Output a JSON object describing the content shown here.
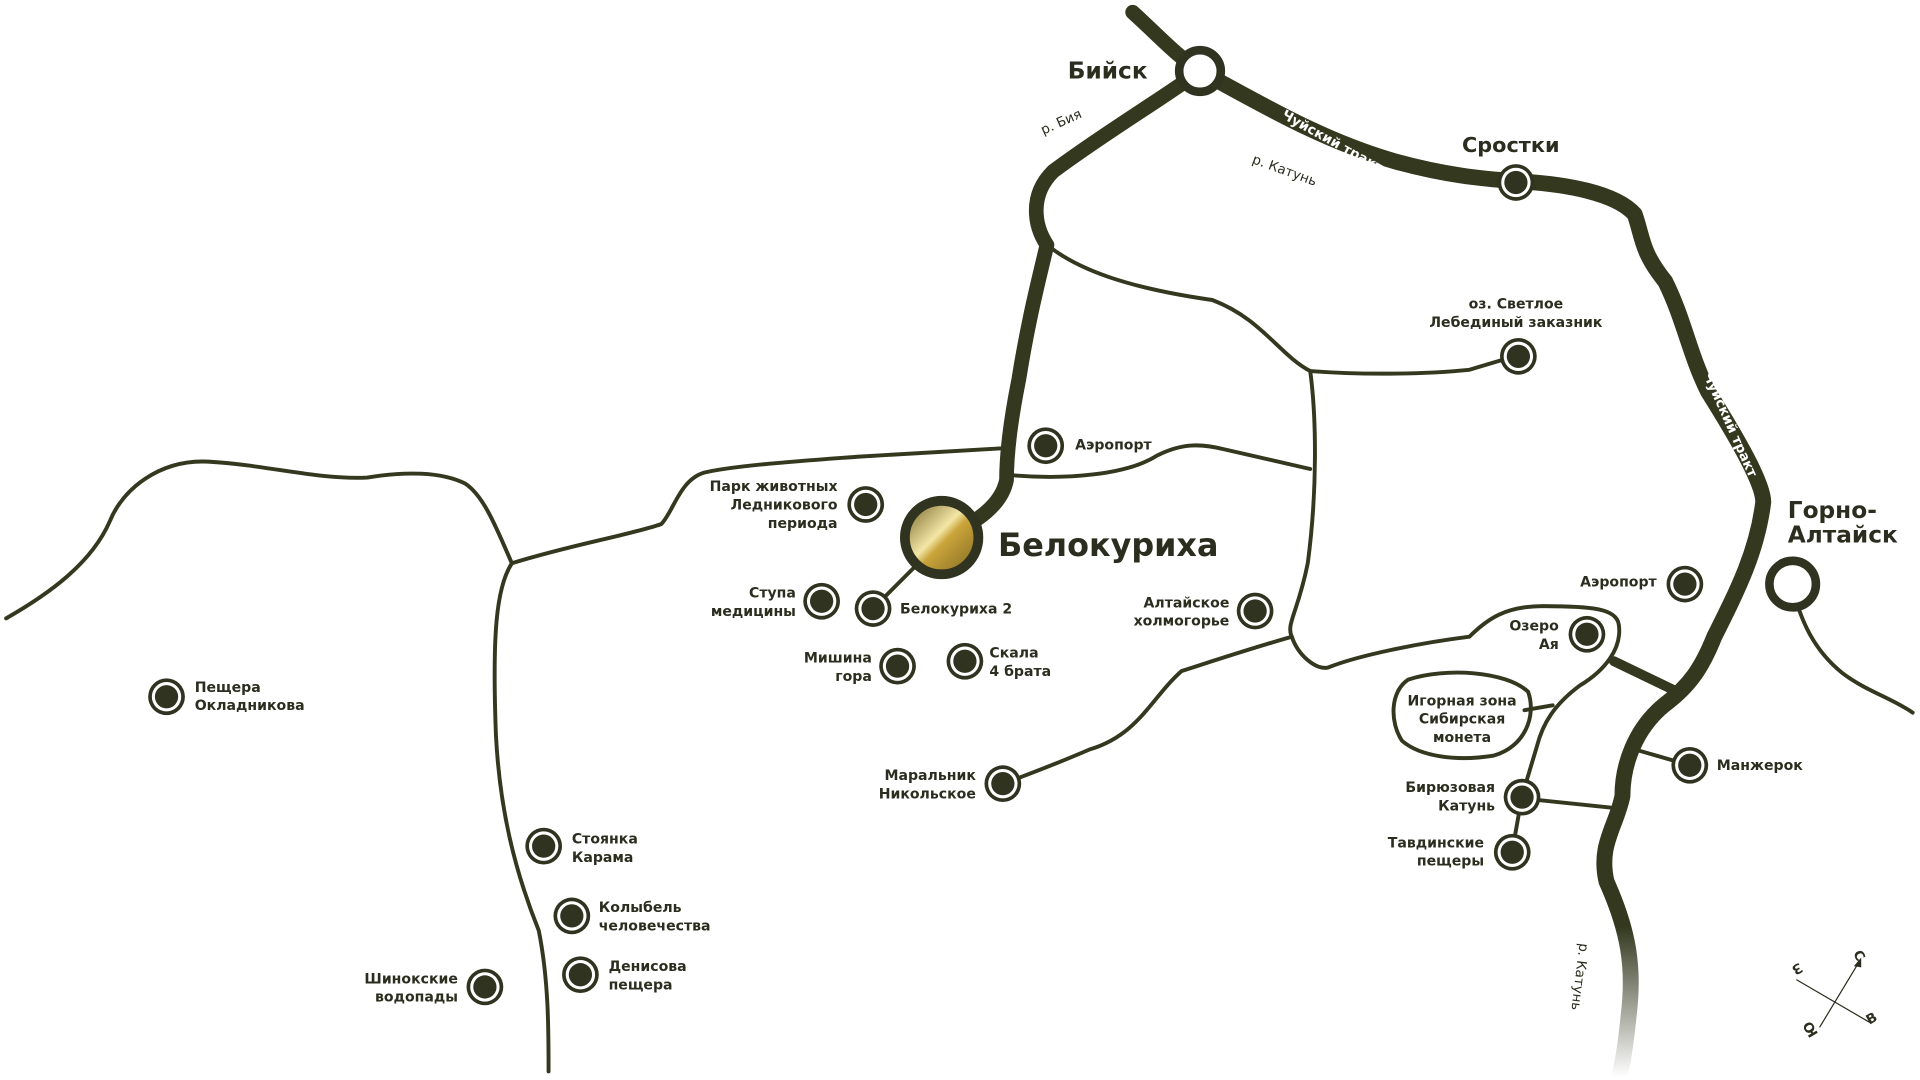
{
  "colors": {
    "road": "#33381f",
    "poi_fill": "#2f331f",
    "accent_gold": "#c9a43a",
    "background": "#ffffff"
  },
  "cities": {
    "biysk": "Бийск",
    "srostki": "Сростки",
    "gorno_altaysk": [
      "Горно-",
      "Алтайск"
    ],
    "belokurikha": "Белокуриха"
  },
  "roads": {
    "chuysky_1": "Чуйский тракт",
    "chuysky_2": "Чуйский тракт"
  },
  "rivers": {
    "biya": "р. Бия",
    "katun_north": "р. Катунь",
    "katun_south": "р. Катунь"
  },
  "places": {
    "svetloe": [
      "оз. Светлое",
      "Лебединый заказник"
    ],
    "airport_1": "Аэропорт",
    "park": [
      "Парк животных",
      "Ледникового",
      "периода"
    ],
    "stupa": [
      "Ступа",
      "медицины"
    ],
    "belokurikha2": "Белокуриха 2",
    "mishina": [
      "Мишина",
      "гора"
    ],
    "skala": [
      "Скала",
      "4 брата"
    ],
    "altai_hills": [
      "Алтайское",
      "холмогорье"
    ],
    "maralnik": [
      "Маральник",
      "Никольское"
    ],
    "airport_2": "Аэропорт",
    "ozero_aya": [
      "Озеро",
      "Ая"
    ],
    "casino": [
      "Игорная зона",
      "Сибирская",
      "монета"
    ],
    "manzherok": "Манжерок",
    "biryuzovaya": [
      "Бирюзовая",
      "Катунь"
    ],
    "tavdinskie": [
      "Тавдинские",
      "пещеры"
    ],
    "okladnikov": [
      "Пещера",
      "Окладникова"
    ],
    "karama": [
      "Стоянка",
      "Карама"
    ],
    "kolybel": [
      "Колыбель",
      "человечества"
    ],
    "shinok": [
      "Шинокские",
      "водопады"
    ],
    "denisova": [
      "Денисова",
      "пещера"
    ]
  },
  "compass": {
    "n": "С",
    "e": "В",
    "s": "Ю",
    "w": "З"
  }
}
